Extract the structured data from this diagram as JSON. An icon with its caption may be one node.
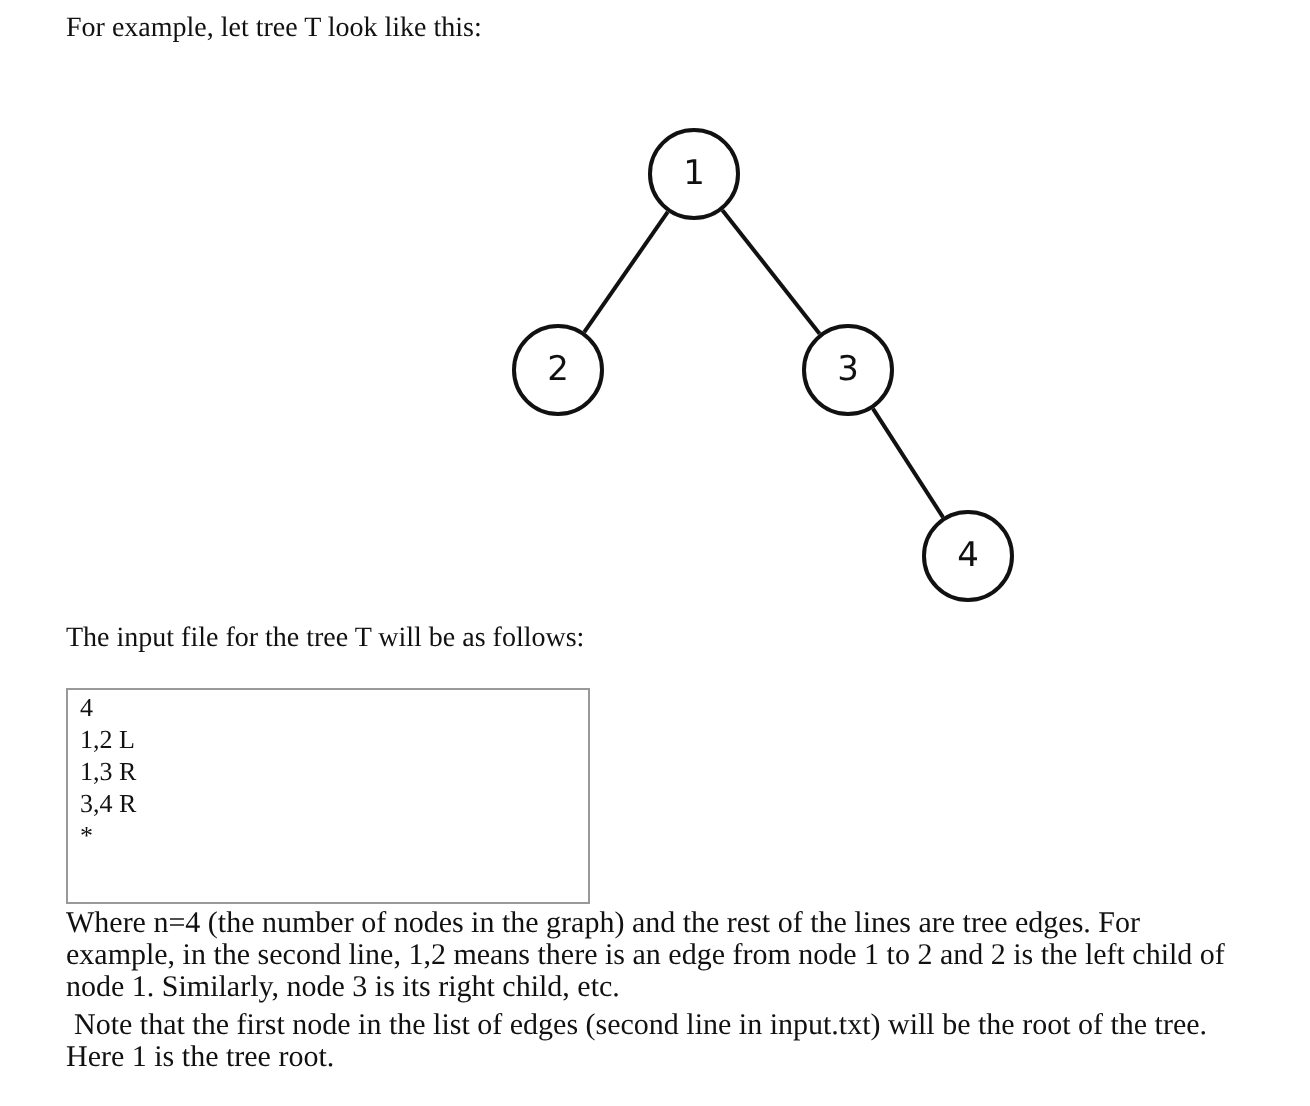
{
  "diagram": {
    "nodes": [
      {
        "text": [
          "1"
        ]
      },
      {
        "text": [
          "2"
        ]
      },
      {
        "text": [
          "3"
        ]
      },
      {
        "text": [
          "4"
        ]
      }
    ],
    "edges": [
      {
        "from": 0,
        "to": 1,
        "arrow": "none"
      },
      {
        "from": 0,
        "to": 2,
        "arrow": "none"
      },
      {
        "from": 2,
        "to": 3,
        "arrow": "none"
      }
    ],
    "labels": [
      "For example, let tree T look like this:",
      "The input file for the tree T will be as follows:",
      "4",
      "1,2 L",
      "1,3 R",
      "3,4 R",
      "*",
      "Where n=4 (the number of nodes in the graph) and the rest of the lines are tree edges. For example, in the second line, 1,2 means there is an edge from node 1 to 2 and 2 is the left child of node 1. Similarly, node 3 is its right child, etc.",
      "Note that the first node in the list of edges (second line in input.txt) will be the root of the tree. Here 1 is the tree root."
    ]
  }
}
